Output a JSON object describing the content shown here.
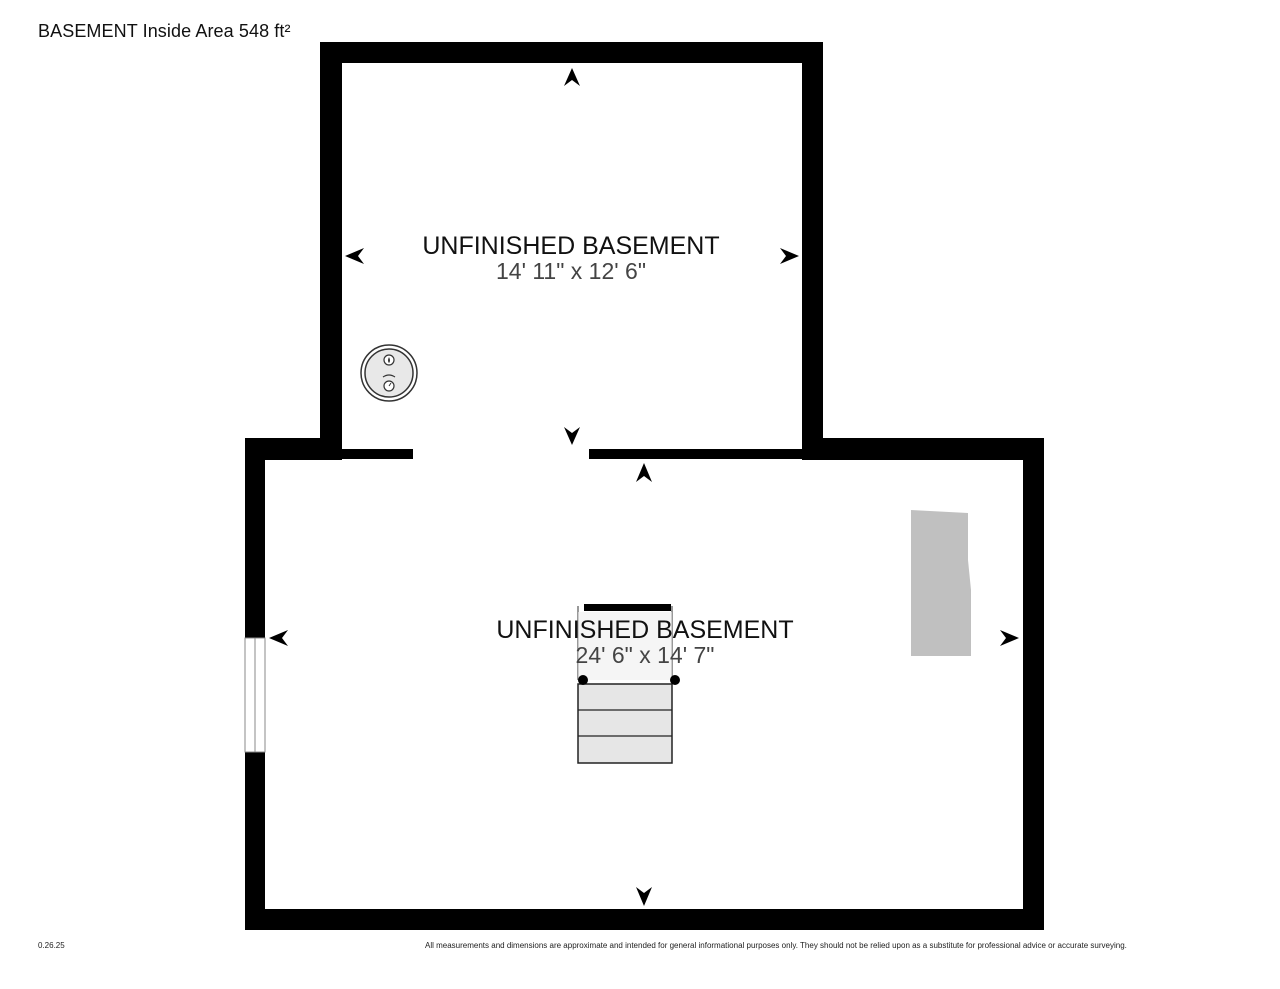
{
  "header": {
    "title": "BASEMENT Inside Area 548 ft²"
  },
  "footer": {
    "date": "0.26.25",
    "disclaimer": "All measurements and dimensions are approximate and intended for general informational purposes only. They should not be relied upon as a substitute for professional advice or accurate surveying."
  },
  "rooms": [
    {
      "name": "UNFINISHED BASEMENT",
      "dimensions": "14' 11\" x 12' 6\""
    },
    {
      "name": "UNFINISHED BASEMENT",
      "dimensions": "24' 6\" x 14' 7\""
    }
  ],
  "fixtures": [
    {
      "type": "water-heater-icon"
    },
    {
      "type": "stairs-icon"
    },
    {
      "type": "window-icon"
    },
    {
      "type": "gray-block-fixture"
    }
  ],
  "colors": {
    "wall": "#000000",
    "floor": "#ffffff",
    "fixture_gray": "#c0c0c0",
    "stairs_fill": "#e6e6e6"
  }
}
